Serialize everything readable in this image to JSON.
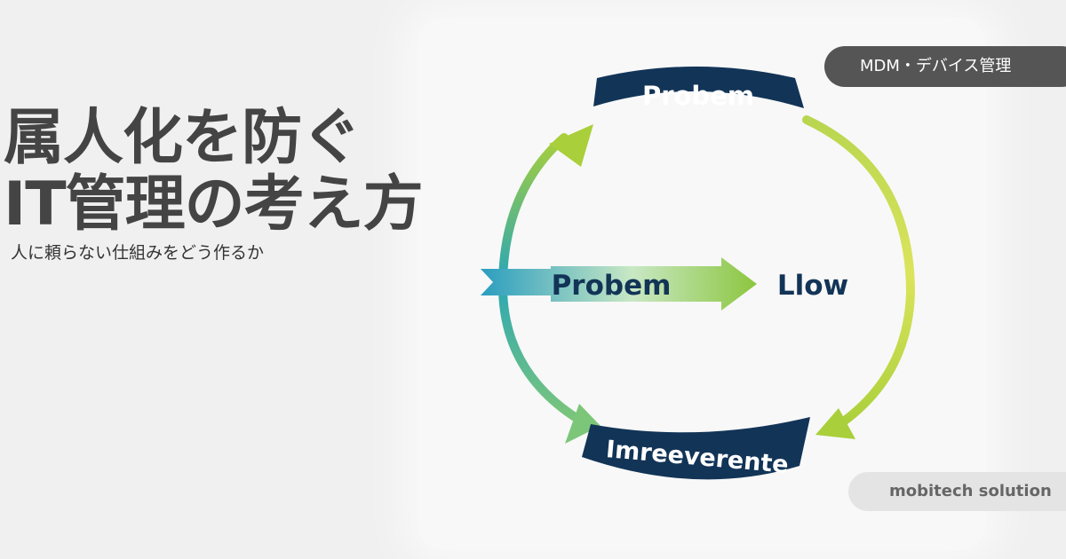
{
  "heading": {
    "line1": "属人化を防ぐ",
    "line2": "IT管理の考え方",
    "subtitle": "人に頼らない仕組みをどう作るか"
  },
  "tag_label": "MDM・デバイス管理",
  "brand_label": "mobitech solution",
  "diagram": {
    "top_label": "Probem",
    "center_label": "Probem",
    "right_label": "Llow",
    "bottom_label": "Imreeverente"
  },
  "colors": {
    "navy": "#123457",
    "title_gray": "#444444",
    "tag_bg": "#555555",
    "brand_bg": "#e4e4e4",
    "teal": "#2aa7b5",
    "green": "#8cc63f",
    "yellow_green": "#d8e15a"
  }
}
